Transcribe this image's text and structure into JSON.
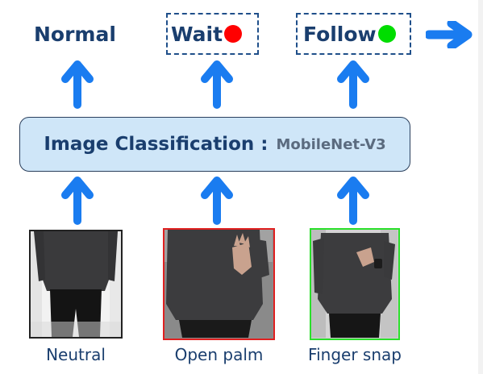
{
  "outputs": {
    "normal": {
      "label": "Normal"
    },
    "wait": {
      "label": "Wait",
      "indicator_color": "#ff0000"
    },
    "follow": {
      "label": "Follow",
      "indicator_color": "#00dd00"
    }
  },
  "classifier": {
    "title": "Image Classification :",
    "model": "MobileNet-V3"
  },
  "inputs": [
    {
      "caption": "Neutral",
      "frame_color": "#222222",
      "icon": "person-standing-photo"
    },
    {
      "caption": "Open palm",
      "frame_color": "#e02020",
      "icon": "person-open-palm-photo"
    },
    {
      "caption": "Finger snap",
      "frame_color": "#2adf2a",
      "icon": "person-finger-snap-photo"
    }
  ],
  "colors": {
    "arrow": "#1a7cf0",
    "text": "#1a3e6e",
    "classifier_fill": "#cfe6f8"
  }
}
